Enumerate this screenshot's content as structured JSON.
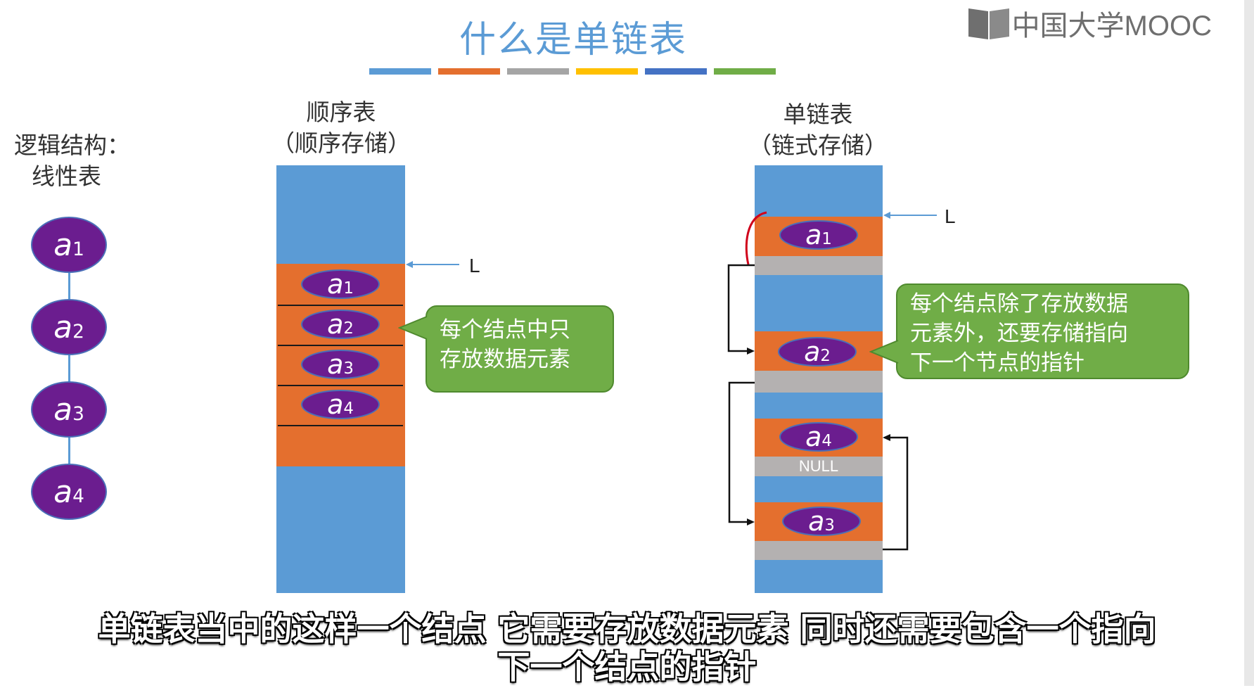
{
  "title": "什么是单链表",
  "logo_text": "中国大学MOOC",
  "stripe_colors": [
    "#5b9bd5",
    "#e46f2e",
    "#a5a5a5",
    "#ffc000",
    "#4472c4",
    "#70ad47"
  ],
  "logical": {
    "heading_line1": "逻辑结构：",
    "heading_line2": "线性表",
    "nodes": [
      {
        "letter": "a",
        "sub": "1"
      },
      {
        "letter": "a",
        "sub": "2"
      },
      {
        "letter": "a",
        "sub": "3"
      },
      {
        "letter": "a",
        "sub": "4"
      }
    ]
  },
  "sequential": {
    "heading_line1": "顺序表",
    "heading_line2": "（顺序存储）",
    "pointer_label": "L",
    "nodes": [
      {
        "letter": "a",
        "sub": "1"
      },
      {
        "letter": "a",
        "sub": "2"
      },
      {
        "letter": "a",
        "sub": "3"
      },
      {
        "letter": "a",
        "sub": "4"
      }
    ],
    "callout_line1": "每个结点中只",
    "callout_line2": "存放数据元素"
  },
  "linked": {
    "heading_line1": "单链表",
    "heading_line2": "（链式存储）",
    "pointer_label": "L",
    "nodes": [
      {
        "letter": "a",
        "sub": "1"
      },
      {
        "letter": "a",
        "sub": "2"
      },
      {
        "letter": "a",
        "sub": "4"
      },
      {
        "letter": "a",
        "sub": "3"
      }
    ],
    "null_label": "NULL",
    "callout_line1": "每个结点除了存放数据",
    "callout_line2": "元素外，还要存储指向",
    "callout_line3": "下一个节点的指针"
  },
  "subtitle_line1": "单链表当中的这样一个结点 它需要存放数据元素 同时还需要包含一个指向",
  "subtitle_line2": "下一个结点的指针"
}
